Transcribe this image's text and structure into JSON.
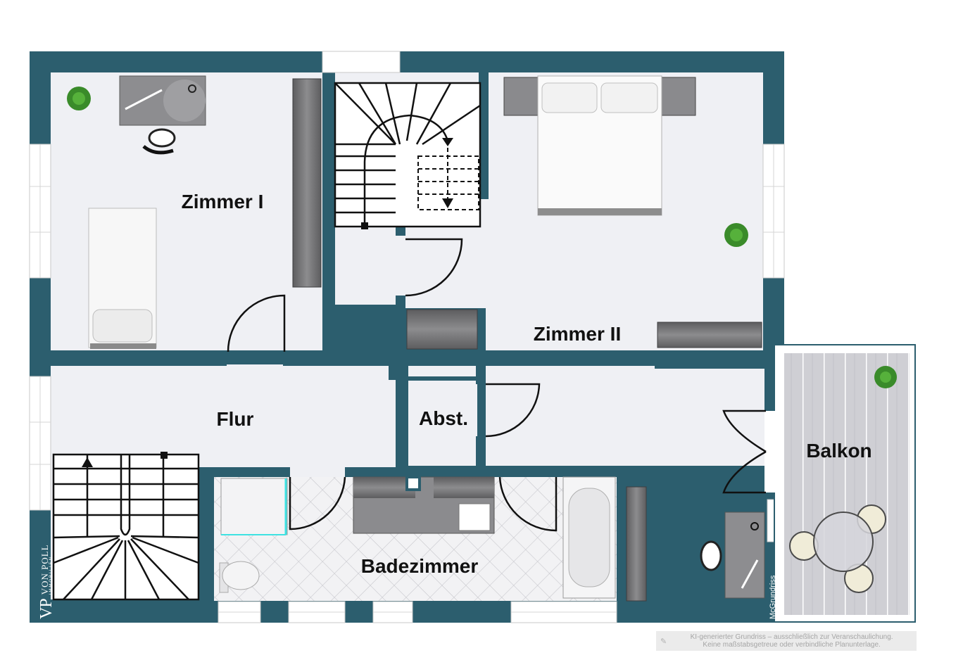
{
  "rooms": {
    "zimmer1": "Zimmer I",
    "zimmer2": "Zimmer II",
    "flur": "Flur",
    "abst": "Abst.",
    "bad": "Badezimmer",
    "balkon": "Balkon"
  },
  "brand": {
    "mark": "VP",
    "name": "VON POLL",
    "sub": "IMMOBILIEN"
  },
  "credit": "McGrundriss",
  "disclaimer": {
    "line1": "KI-generierter Grundriss – ausschließlich zur Veranschaulichung.",
    "line2": "Keine maßstabsgetreue oder verbindliche Planunterlage."
  },
  "icons": [
    "plant-icon",
    "desk-icon",
    "office-chair-icon",
    "bed-icon",
    "wardrobe-icon",
    "staircase-icon",
    "sink-icon",
    "toilet-icon",
    "shower-icon",
    "bathtub-icon",
    "table-icon",
    "window-icon",
    "door-icon",
    "ai-icon"
  ],
  "colors": {
    "wall": "#2c5e6e",
    "floor": "#eff0f4",
    "balcony": "#cfcfd4"
  }
}
